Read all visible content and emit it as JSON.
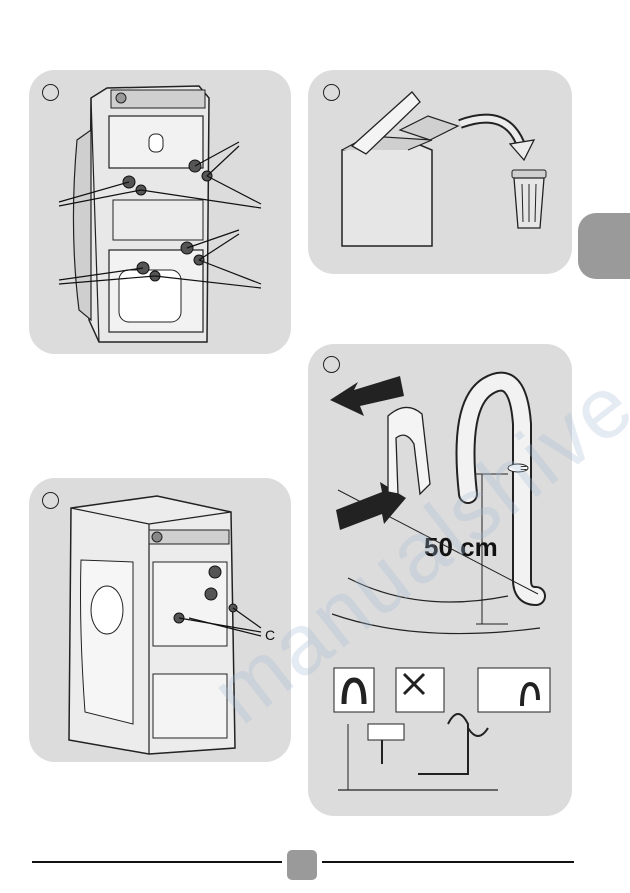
{
  "figures": {
    "back_panel_hoses": {
      "callout": ""
    },
    "packaging_disposal": {
      "callout": ""
    },
    "front_panel_screws": {
      "callout_letter": "C"
    },
    "drain_hose": {
      "height_label": "50 cm",
      "equal_mark": "="
    }
  },
  "watermark": "manualshive.com",
  "colors": {
    "panel_bg": "#dcdcdc",
    "tab": "#9a9a9a",
    "line": "#111111"
  }
}
